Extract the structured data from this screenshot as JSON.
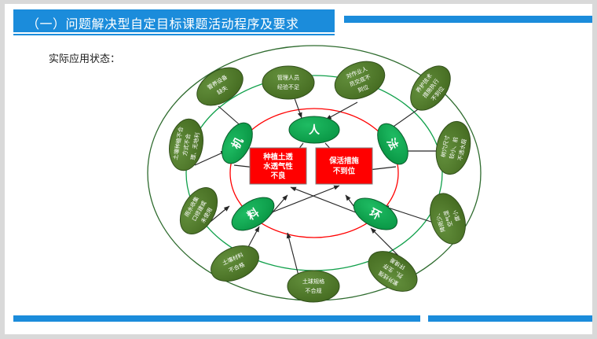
{
  "slide": {
    "title": "（一）问题解决型自定目标课题活动程序及要求",
    "subtitle": "实际应用状态：",
    "accent_color": "#1b8cdb",
    "frame_color": "#d9d9d9"
  },
  "diagram": {
    "type": "fishbone-cause-circle",
    "colors": {
      "inner_ellipse": "#11a04b",
      "outer_ellipse": "#4e7b2e",
      "problem_box": "#ff0000",
      "inner_circle_stroke": "#ff0000",
      "mid_circle_stroke": "#11a04b",
      "outer_circle_stroke": "#2e6b2e",
      "arrow": "#262626"
    },
    "problem_boxes": [
      {
        "id": "problem-1",
        "lines": [
          "种植土透",
          "水透气性",
          "不良"
        ]
      },
      {
        "id": "problem-2",
        "lines": [
          "保活措施",
          "不到位"
        ]
      }
    ],
    "categories": [
      {
        "id": "ren",
        "label": "人",
        "angle_deg": -90,
        "rotation": 0
      },
      {
        "id": "ji",
        "label": "机",
        "angle_deg": 198,
        "rotation": -60
      },
      {
        "id": "fa",
        "label": "法",
        "angle_deg": -18,
        "rotation": 60
      },
      {
        "id": "liao",
        "label": "料",
        "angle_deg": 142,
        "rotation": -32
      },
      {
        "id": "huan",
        "label": "环",
        "angle_deg": 38,
        "rotation": 28
      }
    ],
    "causes": [
      {
        "id": "cause-1",
        "parent": "ren",
        "lines": [
          "管理人员",
          "经验不足"
        ],
        "rotation": 0
      },
      {
        "id": "cause-2",
        "parent": "ren",
        "lines": [
          "对作业人",
          "员交底不",
          "到位"
        ],
        "rotation": -22
      },
      {
        "id": "cause-3",
        "parent": "fa",
        "lines": [
          "养护技术",
          "措施执行",
          "不到位"
        ],
        "rotation": -52
      },
      {
        "id": "cause-4",
        "parent": "fa",
        "lines": [
          "树穴尺寸",
          "较小、前",
          "不透水层"
        ],
        "rotation": -78
      },
      {
        "id": "cause-5",
        "parent": "huan",
        "lines": [
          "降雨少、",
          "空气湿",
          "度小"
        ],
        "rotation": -108
      },
      {
        "id": "cause-6",
        "parent": "huan",
        "lines": [
          "紫外线强",
          "烈、生存",
          "环境差"
        ],
        "rotation": -148
      },
      {
        "id": "cause-7",
        "parent": "liao",
        "lines": [
          "土球规格",
          "不合规"
        ],
        "rotation": 0
      },
      {
        "id": "cause-8",
        "parent": "liao",
        "lines": [
          "土壤材料",
          "不合格"
        ],
        "rotation": -24
      },
      {
        "id": "cause-9",
        "parent": "ji",
        "lines": [
          "雨水收集",
          "口修建或",
          "未使用"
        ],
        "rotation": -60
      },
      {
        "id": "cause-10",
        "parent": "ji",
        "lines": [
          "土壤种植不合",
          "方式不合",
          "理、无地利"
        ],
        "rotation": -80
      },
      {
        "id": "cause-11",
        "parent": "ji",
        "lines": [
          "管养设备",
          "缺失"
        ],
        "rotation": -32
      }
    ]
  }
}
